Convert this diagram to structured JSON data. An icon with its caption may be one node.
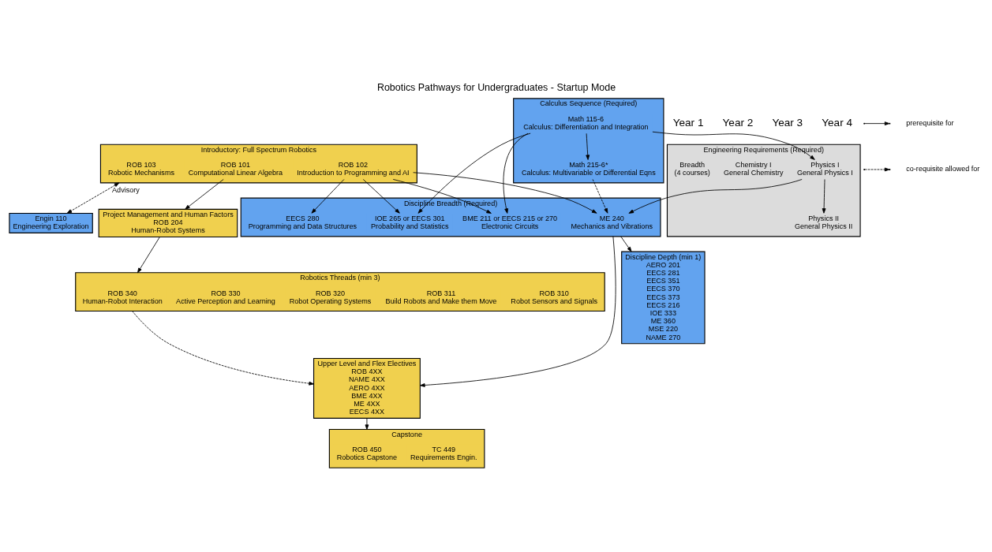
{
  "diagram": {
    "title": "Robotics Pathways for Undergraduates - Startup Mode",
    "nodes": [
      {
        "text": [
          "Introductory: Full Spectrum Robotics"
        ]
      },
      {
        "text": [
          "ROB 101",
          "Computational Linear Algebra"
        ],
        "in": 0
      },
      {
        "text": [
          "ROB 102",
          "Introduction to Programming and AI"
        ],
        "in": 0
      },
      {
        "text": [
          "ROB 103",
          "Robotic Mechanisms"
        ],
        "in": 0
      },
      {
        "text": [
          "Project Management and Human Factors",
          "ROB 204",
          "Human-Robot Systems"
        ]
      },
      {
        "text": [
          "Robotics Threads (min 3)"
        ]
      },
      {
        "text": [
          "ROB 310",
          "Robot Sensors and Signals"
        ],
        "in": 5
      },
      {
        "text": [
          "ROB 311",
          "Build Robots and Make them Move"
        ],
        "in": 5
      },
      {
        "text": [
          "ROB 320",
          "Robot Operating Systems"
        ],
        "in": 5
      },
      {
        "text": [
          "ROB 330",
          "Active Perception and Learning"
        ],
        "in": 5
      },
      {
        "text": [
          "ROB 340",
          "Human-Robot Interaction"
        ],
        "in": 5
      },
      {
        "text": [
          "Upper Level and Flex Electives",
          "ROB 4XX",
          "NAME 4XX",
          "AERO 4XX",
          "BME 4XX",
          "ME 4XX",
          "EECS 4XX"
        ]
      },
      {
        "text": [
          "Discipline Breadth (Required)"
        ]
      },
      {
        "text": [
          "EECS 280",
          "Programming and Data Structures"
        ],
        "in": 12
      },
      {
        "text": [
          "IOE 265 or EECS 301",
          "Probability and Statistics"
        ],
        "in": 12
      },
      {
        "text": [
          "BME 211 or EECS 215 or 270",
          "Electronic Circuits"
        ],
        "in": 12
      },
      {
        "text": [
          "ME 240",
          "Mechanics and Vibrations"
        ],
        "in": 12
      },
      {
        "text": [
          "Engin 110",
          "Engineering Exploration"
        ]
      },
      {
        "text": [
          "Calculus Sequence (Required)"
        ]
      },
      {
        "text": [
          "Math 115-6",
          "Calculus: Differentiation and Integration"
        ],
        "in": 18
      },
      {
        "text": [
          "Math 215-6*",
          "Calculus: Multivariable or Differential Eqns"
        ],
        "in": 18
      },
      {
        "text": [
          "Discipline Depth (min 1)",
          "AERO 201",
          "EECS 281",
          "EECS 351",
          "EECS 370",
          "EECS 373",
          "EECS 216",
          "IOE 333",
          "ME 360",
          "MSE 220",
          "NAME 270"
        ]
      },
      {
        "text": [
          "Capstone"
        ]
      },
      {
        "text": [
          "TC 449",
          "Requirements Engin."
        ],
        "in": 22
      },
      {
        "text": [
          "ROB 450",
          "Robotics Capstone"
        ],
        "in": 22
      },
      {
        "text": [
          "Engineering Requirements (Required)"
        ]
      },
      {
        "text": [
          "Physics I",
          "General Physics I"
        ],
        "in": 25
      },
      {
        "text": [
          "Physics II",
          "General Physics II"
        ],
        "in": 25
      },
      {
        "text": [
          "Chemistry I",
          "General Chemistry"
        ],
        "in": 25
      },
      {
        "text": [
          "Breadth",
          "(4 courses)"
        ],
        "in": 25
      }
    ],
    "edges": [
      {
        "from": 1,
        "to": 4,
        "arrow": "to"
      },
      {
        "from": 4,
        "to": 5,
        "arrow": "to"
      },
      {
        "from": 2,
        "to": 13,
        "arrow": "to"
      },
      {
        "from": 2,
        "to": 14,
        "arrow": "to"
      },
      {
        "from": 2,
        "to": 15,
        "arrow": "to"
      },
      {
        "from": 2,
        "to": 16,
        "arrow": "to"
      },
      {
        "from": 0,
        "to": 17,
        "arrow": "both",
        "style": "dashed",
        "label": "Advisory"
      },
      {
        "from": 19,
        "to": 14,
        "arrow": "to"
      },
      {
        "from": 19,
        "to": 15,
        "arrow": "to"
      },
      {
        "from": 19,
        "to": 20,
        "arrow": "to"
      },
      {
        "from": 20,
        "to": 16,
        "arrow": "to",
        "style": "dashed"
      },
      {
        "from": 19,
        "to": 26,
        "arrow": "to"
      },
      {
        "from": 26,
        "to": 16,
        "arrow": "to"
      },
      {
        "from": 26,
        "to": 27,
        "arrow": "to"
      },
      {
        "from": 12,
        "to": 21,
        "arrow": "to"
      },
      {
        "from": 12,
        "to": 11,
        "arrow": "to"
      },
      {
        "from": 5,
        "to": 11,
        "arrow": "to",
        "style": "dashed"
      },
      {
        "from": 11,
        "to": 22,
        "arrow": "to"
      }
    ],
    "labels": [
      "Year 1",
      "Year 2",
      "Year 3",
      "Year 4"
    ],
    "legend": [
      {
        "text": "prerequisite for"
      },
      {
        "text": "co-requisite allowed for"
      }
    ]
  }
}
